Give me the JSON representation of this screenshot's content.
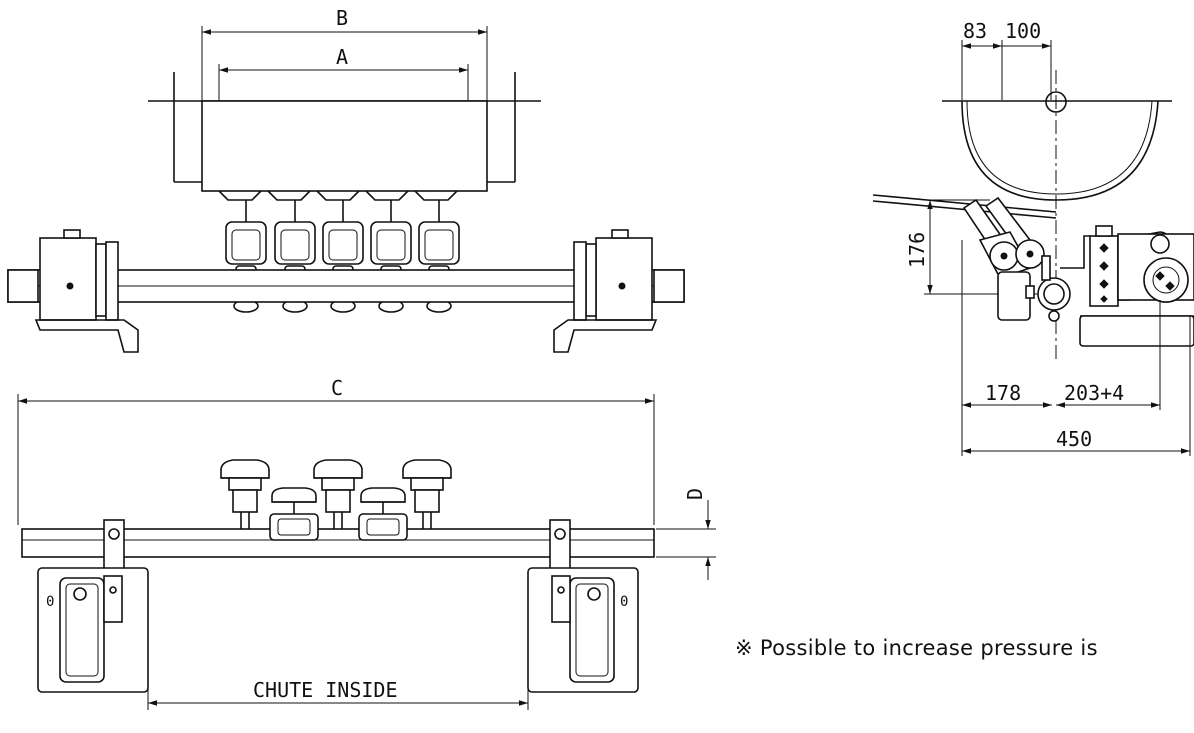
{
  "dimensions": {
    "a": "A",
    "b": "B",
    "c": "C",
    "d": "D",
    "chute_inside": "CHUTE INSIDE",
    "top_left": "83",
    "top_right": "100",
    "height": "176",
    "bottom_left": "178",
    "bottom_right": "203+4",
    "overall": "450"
  },
  "note": "※ Possible to increase pressure is"
}
